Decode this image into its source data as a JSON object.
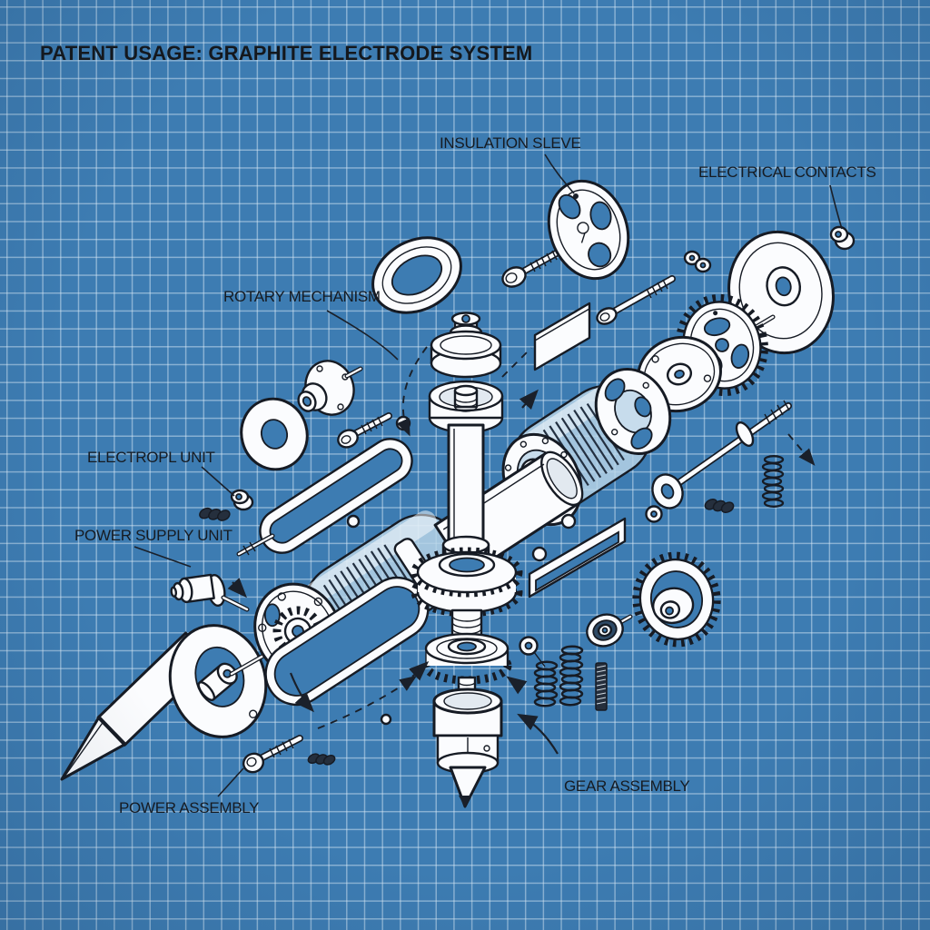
{
  "title": "PATENT USAGE: GRAPHITE ELECTRODE SYSTEM",
  "labels": {
    "insulation_sleeve": "INSULATION SLEVE",
    "electrical_contacts": "ELECTRICAL CONTACTS",
    "rotary_mechanism": "ROTARY MECHANISM",
    "electrode_unit": "ELECTROPL UNIT",
    "power_supply_unit": "POWER SUPPLY UNIT",
    "power_assembly": "POWER ASSEMBLY",
    "gear_assembly": "GEAR ASSEMBLY"
  },
  "colors": {
    "background": "#3d7cb2",
    "grid_line": "#86afd3",
    "ink_outline": "#161b24",
    "part_fill": "#fbfcfe",
    "glass_tint": "#b9d5e8",
    "label_text": "#161b22"
  },
  "style": "blueprint exploded patent drawing"
}
